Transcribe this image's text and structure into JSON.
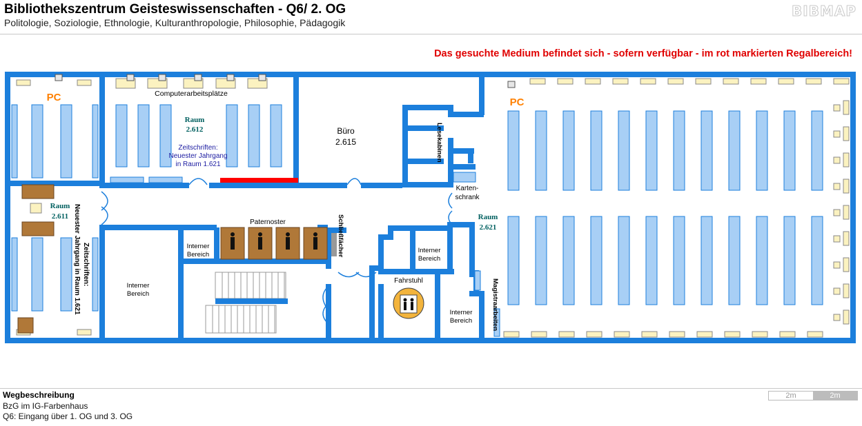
{
  "header": {
    "title": "Bibliothekszentrum Geisteswissenschaften - Q6/ 2. OG",
    "subtitle": "Politologie, Soziologie, Ethnologie, Kulturanthropologie, Philosophie, Pädagogik",
    "logo": "BIBMAP"
  },
  "notice": "Das gesuchte Medium befindet sich - sofern verfügbar -  im rot markierten Regalbereich!",
  "colors": {
    "wall": "#1c7fdc",
    "shelf": "#a8cff5",
    "highlight": "#ff0000",
    "notice": "#e00000",
    "pc": "#ff8000",
    "room": "#006060",
    "furniture": "#b07838"
  },
  "map": {
    "pc_left": "PC",
    "pc_right": "PC",
    "computerarbeitsplaetze": "Computerarbeitsplätze",
    "raum_2612": [
      "Raum",
      "2.612"
    ],
    "zeitschriften_top": [
      "Zeitschriften:",
      "Neuester Jahrgang",
      "in Raum  1.621"
    ],
    "buero": [
      "Büro",
      "2.615"
    ],
    "lesekabinen": "Lesekabinen",
    "kartenschrank": [
      "Karten-",
      "schrank"
    ],
    "raum_2611": [
      "Raum",
      "2.611"
    ],
    "zeitschriften_left": [
      "Zeitschriften:",
      "Neuester Jahrgang in Raum 1.621"
    ],
    "paternoster": "Paternoster",
    "schliessfaecher": "Schließfächer",
    "interner_bereich": "Interner",
    "interner_bereich2": "Bereich",
    "fahrstuhl": "Fahrstuhl",
    "raum_2621": [
      "Raum",
      "2.621"
    ],
    "magistraarbeiten": "Magistraarbeiten"
  },
  "wegbeschreibung": {
    "title": "Wegbeschreibung",
    "lines": [
      "BzG im IG-Farbenhaus",
      "Q6: Eingang über 1. OG und 3. OG"
    ]
  },
  "scale": [
    "2m",
    "2m"
  ]
}
